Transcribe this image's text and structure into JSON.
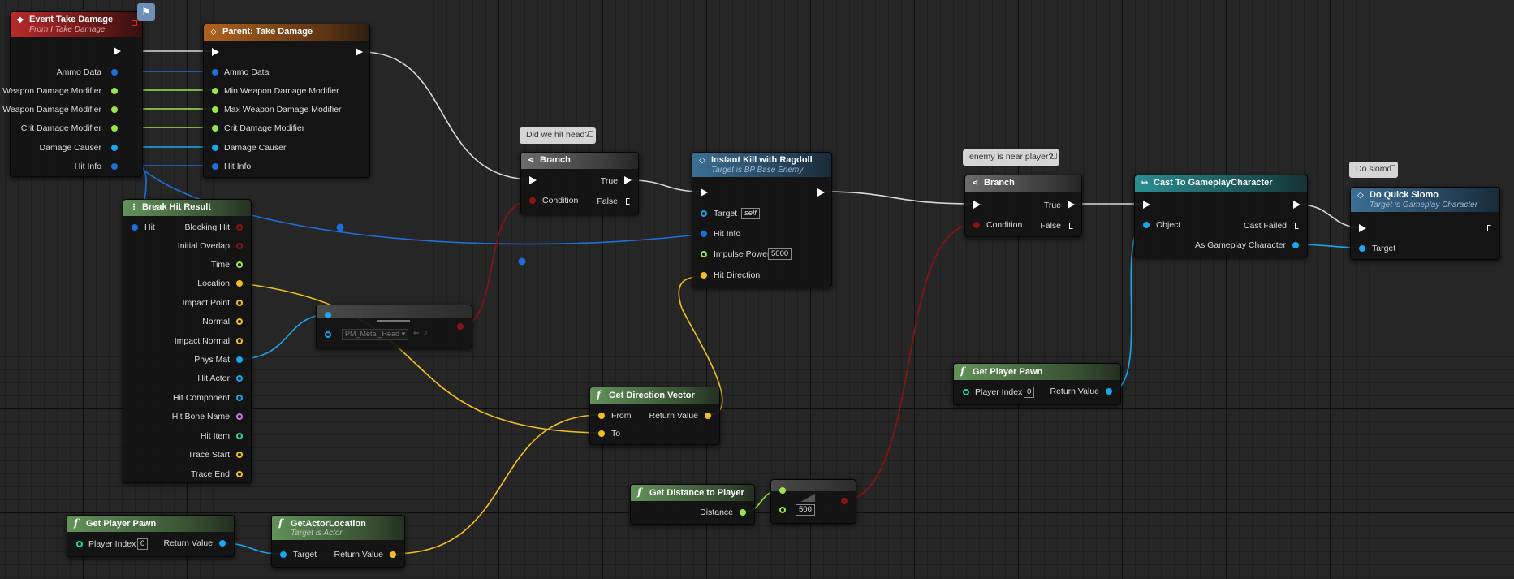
{
  "nodes": {
    "event_take_damage": {
      "title": "Event Take Damage",
      "subtitle": "From I Take Damage",
      "pins": [
        "Ammo Data",
        "Min Weapon Damage Modifier",
        "Max Weapon Damage Modifier",
        "Crit Damage Modifier",
        "Damage Causer",
        "Hit Info"
      ]
    },
    "parent_take_damage": {
      "title": "Parent: Take Damage",
      "pins": [
        "Ammo Data",
        "Min Weapon Damage Modifier",
        "Max Weapon Damage Modifier",
        "Crit Damage Modifier",
        "Damage Causer",
        "Hit Info"
      ]
    },
    "break_hit_result": {
      "title": "Break Hit Result",
      "input": "Hit",
      "pins": [
        "Blocking Hit",
        "Initial Overlap",
        "Time",
        "Location",
        "Impact Point",
        "Normal",
        "Impact Normal",
        "Phys Mat",
        "Hit Actor",
        "Hit Component",
        "Hit Bone Name",
        "Hit Item",
        "Trace Start",
        "Trace End"
      ]
    },
    "equal_physmat": {
      "dropdown": "PM_Metal_Head"
    },
    "branch_1": {
      "comment": "Did we hit head?",
      "title": "Branch",
      "true_label": "True",
      "false_label": "False",
      "condition": "Condition"
    },
    "instant_kill": {
      "title": "Instant Kill with Ragdoll",
      "subtitle": "Target is BP Base Enemy",
      "target": "Target",
      "target_value": "self",
      "hit_info": "Hit Info",
      "impulse": "Impulse Power",
      "impulse_value": "5000",
      "hit_direction": "Hit Direction"
    },
    "get_direction_vector": {
      "title": "Get Direction Vector",
      "from": "From",
      "to": "To",
      "ret": "Return Value"
    },
    "get_distance": {
      "title": "Get Distance to Player",
      "distance": "Distance"
    },
    "less_equal": {
      "value": "500"
    },
    "branch_2": {
      "comment": "enemy is near player?",
      "title": "Branch",
      "true_label": "True",
      "false_label": "False",
      "condition": "Condition"
    },
    "get_player_pawn_right": {
      "title": "Get Player Pawn",
      "index_label": "Player Index",
      "index_value": "0",
      "ret": "Return Value"
    },
    "cast": {
      "title": "Cast To GameplayCharacter",
      "object": "Object",
      "failed": "Cast Failed",
      "as": "As Gameplay Character"
    },
    "do_quick_slomo": {
      "comment": "Do slomo",
      "title": "Do Quick Slomo",
      "subtitle": "Target is Gameplay Character",
      "target": "Target"
    },
    "get_player_pawn_left": {
      "title": "Get Player Pawn",
      "index_label": "Player Index",
      "index_value": "0",
      "ret": "Return Value"
    },
    "get_actor_location": {
      "title": "GetActorLocation",
      "subtitle": "Target is Actor",
      "target": "Target",
      "ret": "Return Value"
    }
  },
  "colors": {
    "exec": "#ffffff",
    "struct": "#1e6fd9",
    "float": "#9ae64a",
    "vector": "#f2c01e",
    "object": "#1aa7ec",
    "bool": "#8c1313",
    "name": "#c57bde",
    "int": "#1fdc9a"
  }
}
